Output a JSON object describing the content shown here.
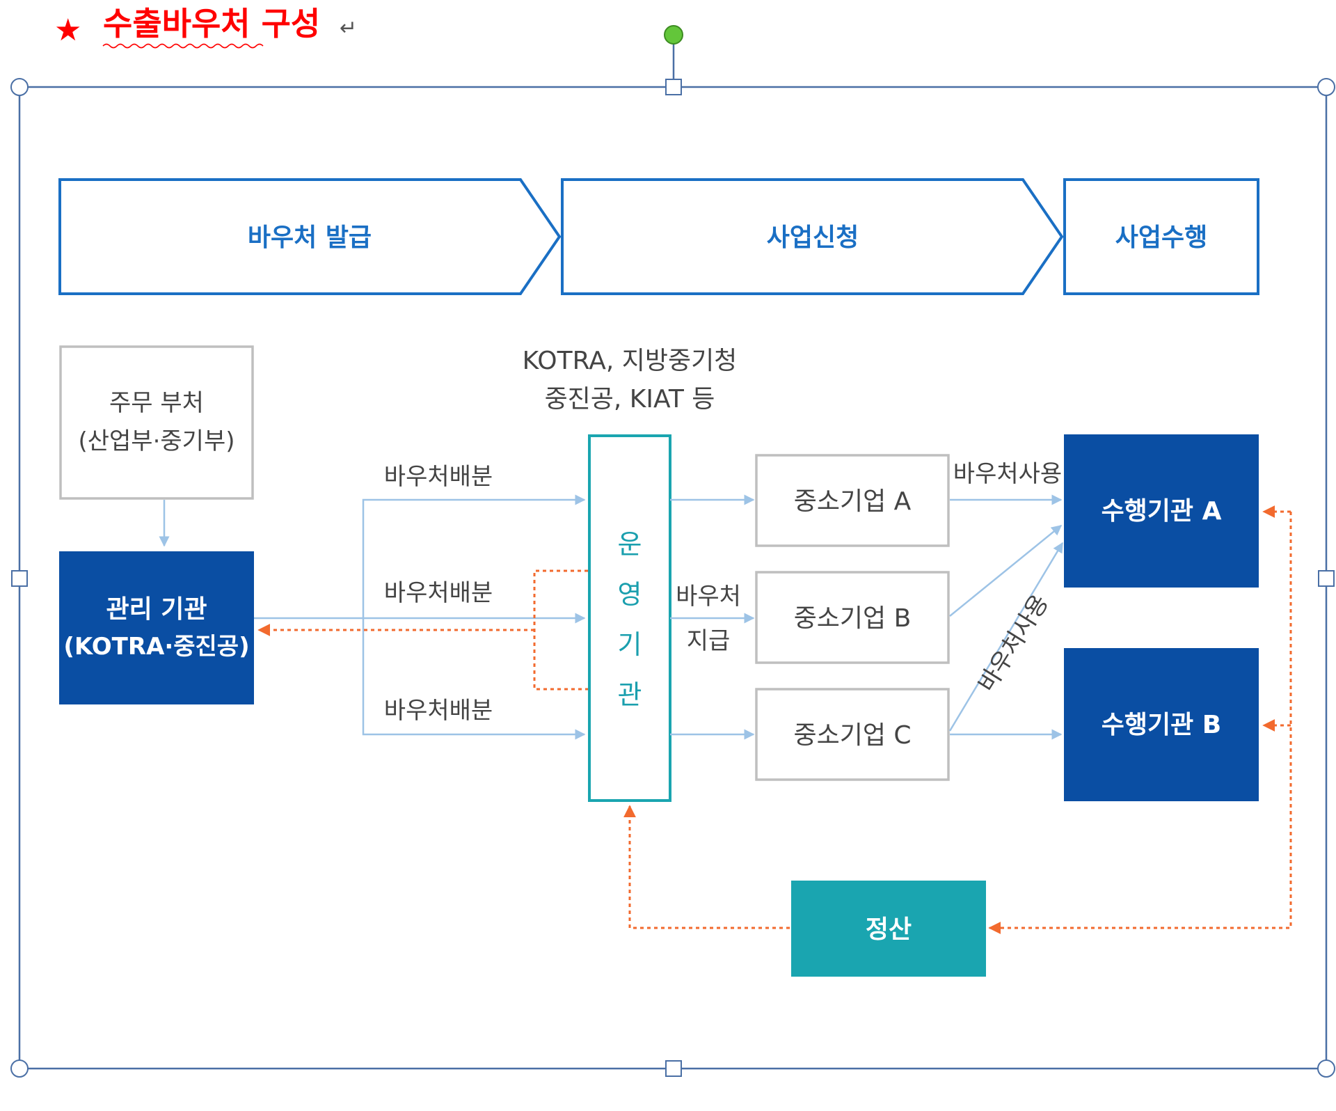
{
  "heading": {
    "star": "★",
    "title": "수출바우처 구성",
    "return_mark": "↵"
  },
  "stages": [
    {
      "label": "바우처 발급"
    },
    {
      "label": "사업신청"
    },
    {
      "label": "사업수행"
    }
  ],
  "ministry": {
    "line1": "주무 부처",
    "line2": "(산업부·중기부)"
  },
  "manager": {
    "line1": "관리 기관",
    "line2": "(KOTRA·중진공)"
  },
  "operators_note": {
    "line1": "KOTRA, 지방중기청",
    "line2": "중진공, KIAT 등"
  },
  "operator": {
    "chars": [
      "운",
      "영",
      "기",
      "관"
    ]
  },
  "distribution_labels": [
    "바우처배분",
    "바우처배분",
    "바우처배분"
  ],
  "payment_label": {
    "line1": "바우처",
    "line2": "지급"
  },
  "smes": [
    "중소기업 A",
    "중소기업 B",
    "중소기업 C"
  ],
  "use_label_top": "바우처사용",
  "use_label_diag": "바우처사용",
  "agencies": [
    "수행기관 A",
    "수행기관 B"
  ],
  "settlement": "정산",
  "colors": {
    "stage_blue": "#1a6fc4",
    "navy_box": "#0a4ea3",
    "teal": "#1aa5b0",
    "teal_text": "#1a9fae",
    "light_arrow": "#9dc3e6",
    "dashed_orange": "#f26a2e",
    "gray_text": "#444444",
    "title_red": "#ff0000",
    "selection_frame": "#4a6fa5",
    "rotate_handle": "#63c63a"
  }
}
